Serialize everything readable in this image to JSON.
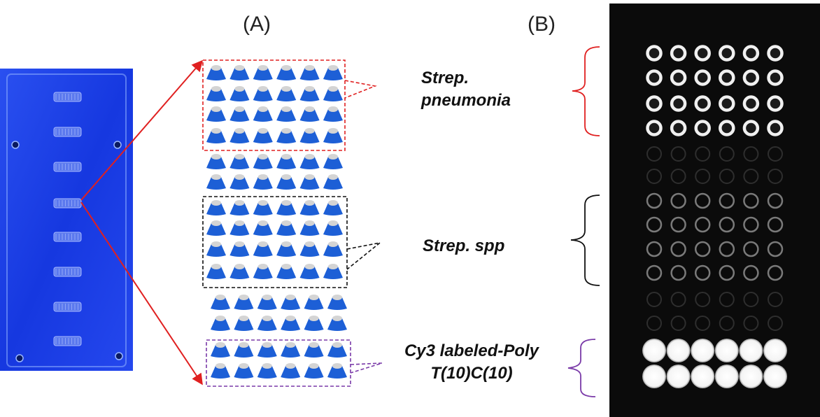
{
  "panels": {
    "a": "(A)",
    "b": "(B)"
  },
  "labels": {
    "pneumonia_line1": "Strep.",
    "pneumonia_line2": "pneumonia",
    "spp": "Strep. spp",
    "cy3_line1": "Cy3 labeled-Poly",
    "cy3_line2": "T(10)C(10)"
  },
  "colors": {
    "slide": "#1a3fe6",
    "spot": "#1d5fd6",
    "pneumonia_box": "#e02020",
    "spp_box": "#111111",
    "cy3_box": "#7a3aa8",
    "arrows": "#e02020",
    "fluorescence_bg": "#0b0b0b"
  },
  "slide": {
    "well_count": 8
  },
  "array": {
    "columns": 6,
    "pneumonia_rows": 4,
    "unmarked_rows_1": 2,
    "spp_rows": 4,
    "unmarked_rows_2": 2,
    "cy3_rows": 2
  }
}
